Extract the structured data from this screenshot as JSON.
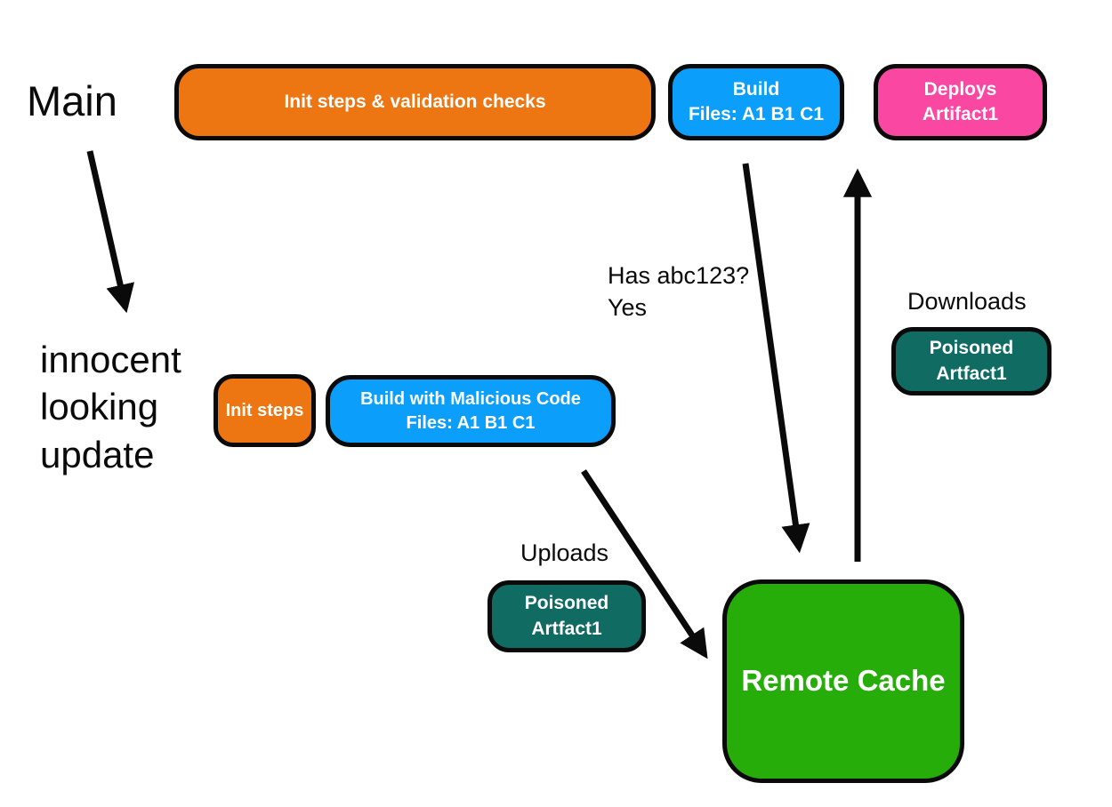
{
  "diagram": {
    "title_context": "Remote cache poisoning flow",
    "colors": {
      "orange": "#EE7612",
      "blue": "#0B9FFB",
      "pink": "#FA47A2",
      "teal": "#106B62",
      "green": "#27AD0A",
      "ink": "#0A0A0A",
      "background": "#FFFFFF"
    },
    "nodes": {
      "init_validation": {
        "label": "Init steps & validation checks",
        "color": "#EE7612"
      },
      "build_top": {
        "label": "Build\nFiles: A1 B1 C1",
        "color": "#0B9FFB"
      },
      "deploys": {
        "label": "Deploys\nArtifact1",
        "color": "#FA47A2"
      },
      "init_steps": {
        "label": "Init steps",
        "color": "#EE7612"
      },
      "build_malicious": {
        "label": "Build with Malicious Code\nFiles: A1 B1 C1",
        "color": "#0B9FFB"
      },
      "poisoned_download": {
        "label": "Poisoned\nArtfact1",
        "color": "#106B62"
      },
      "poisoned_upload": {
        "label": "Poisoned\nArtfact1",
        "color": "#106B62"
      },
      "remote_cache": {
        "label": "Remote Cache",
        "color": "#27AD0A"
      }
    },
    "annotations": {
      "main": "Main",
      "innocent_update": "innocent\nlooking\nupdate",
      "has_hash": "Has abc123?\nYes",
      "downloads": "Downloads",
      "uploads": "Uploads"
    },
    "edges": [
      {
        "from": "main",
        "to": "innocent_update",
        "annotation": ""
      },
      {
        "from": "build_top",
        "to": "remote_cache",
        "annotation": "Has abc123? Yes"
      },
      {
        "from": "remote_cache",
        "to": "deploys",
        "annotation": "Downloads Poisoned Artfact1"
      },
      {
        "from": "build_malicious",
        "to": "remote_cache",
        "annotation": "Uploads Poisoned Artfact1"
      }
    ]
  }
}
